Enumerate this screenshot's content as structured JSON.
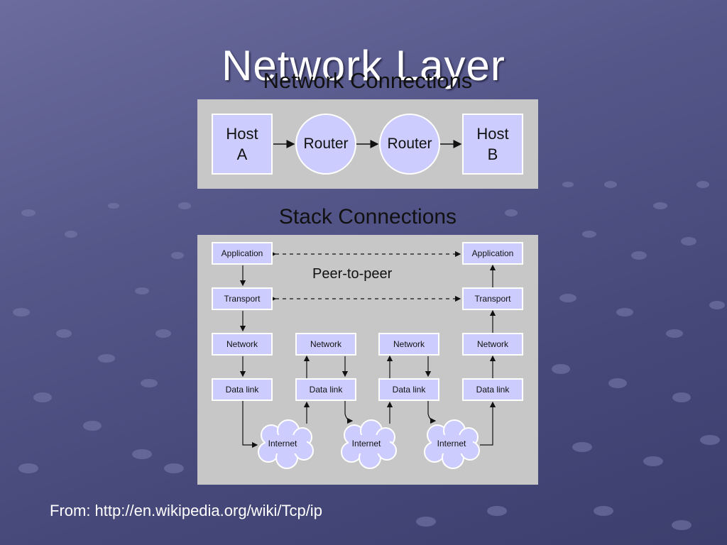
{
  "slide": {
    "title": "Network Layer",
    "source": "From: http://en.wikipedia.org/wiki/Tcp/ip"
  },
  "network_connections": {
    "heading": "Network Connections",
    "nodes": [
      {
        "type": "host",
        "label": "Host\nA"
      },
      {
        "type": "router",
        "label": "Router"
      },
      {
        "type": "router",
        "label": "Router"
      },
      {
        "type": "host",
        "label": "Host\nB"
      }
    ]
  },
  "stack_connections": {
    "heading": "Stack Connections",
    "peer_label": "Peer-to-peer",
    "host_a": [
      "Application",
      "Transport",
      "Network",
      "Data link"
    ],
    "router_1": [
      "Network",
      "Data link"
    ],
    "router_2": [
      "Network",
      "Data link"
    ],
    "host_b": [
      "Application",
      "Transport",
      "Network",
      "Data link"
    ],
    "clouds": [
      "Internet",
      "Internet",
      "Internet"
    ]
  },
  "colors": {
    "box_fill": "#ccccff",
    "panel": "#c7c7c7"
  }
}
